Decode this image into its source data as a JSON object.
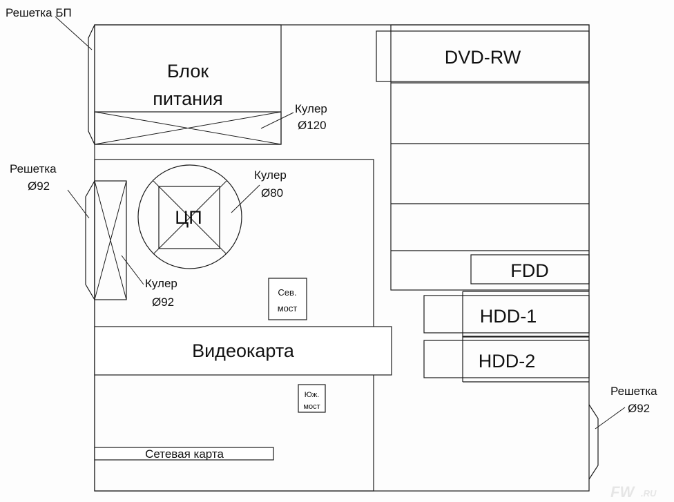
{
  "labels": {
    "psu_grille": "Решетка БП",
    "psu_line1": "Блок",
    "psu_line2": "питания",
    "cooler120_line1": "Кулер",
    "cooler120_line2": "Ø120",
    "front_grille_line1": "Решетка",
    "front_grille_line2": "Ø92",
    "cpu": "ЦП",
    "cooler80_line1": "Кулер",
    "cooler80_line2": "Ø80",
    "cooler92_line1": "Кулер",
    "cooler92_line2": "Ø92",
    "northbridge_line1": "Сев.",
    "northbridge_line2": "мост",
    "videocard": "Видеокарта",
    "southbridge_line1": "Юж.",
    "southbridge_line2": "мост",
    "network_card": "Сетевая карта",
    "dvd": "DVD-RW",
    "fdd": "FDD",
    "hdd1": "HDD-1",
    "hdd2": "HDD-2",
    "rear_grille_line1": "Решетка",
    "rear_grille_line2": "Ø92"
  },
  "watermark": {
    "main": "FW",
    "suffix": ".RU"
  }
}
